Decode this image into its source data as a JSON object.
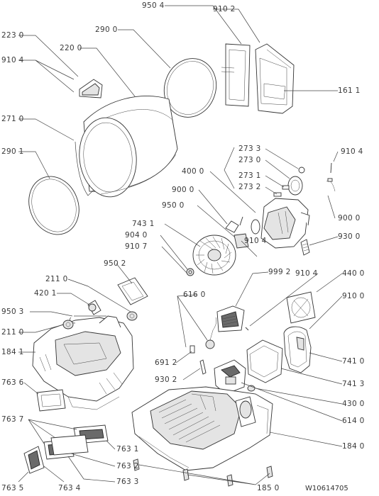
{
  "labels": {
    "p950_4": "950 4",
    "p910_2": "910 2",
    "p223_0": "223 0",
    "p290_0": "290 0",
    "p220_0": "220 0",
    "p910_4a": "910 4",
    "p161_1": "161 1",
    "p271_0": "271 0",
    "p290_1": "290 1",
    "p273_3": "273 3",
    "p273_0": "273 0",
    "p273_1": "273 1",
    "p273_2": "273 2",
    "p400_0": "400 0",
    "p910_4b": "910 4",
    "p900_0a": "900 0",
    "p950_0": "950 0",
    "p900_0b": "900 0",
    "p743_1": "743 1",
    "p904_0": "904 0",
    "p910_7": "910 7",
    "p930_0": "930 0",
    "p910_4c": "910 4",
    "p950_2": "950 2",
    "p999_2": "999 2",
    "p211_0a": "211 0",
    "p420_1": "420 1",
    "p616_0": "616 0",
    "p910_4d": "910 4",
    "p440_0": "440 0",
    "p950_3": "950 3",
    "p910_0": "910 0",
    "p211_0b": "211 0",
    "p184_1": "184 1",
    "p741_0": "741 0",
    "p691_2": "691 2",
    "p930_2": "930 2",
    "p741_3": "741 3",
    "p763_6": "763 6",
    "p430_0": "430 0",
    "p614_0": "614 0",
    "p763_7": "763 7",
    "p763_1": "763 1",
    "p184_0": "184 0",
    "p763_2": "763 2",
    "p763_3": "763 3",
    "p763_5": "763 5",
    "p763_4": "763 4",
    "p185_0": "185 0"
  },
  "document_code": "W10614705",
  "colors": {
    "line": "#333333",
    "label": "#3a3a3a",
    "shade": "#e4e4e4",
    "dark": "#6a6a6a",
    "background": "#ffffff"
  }
}
